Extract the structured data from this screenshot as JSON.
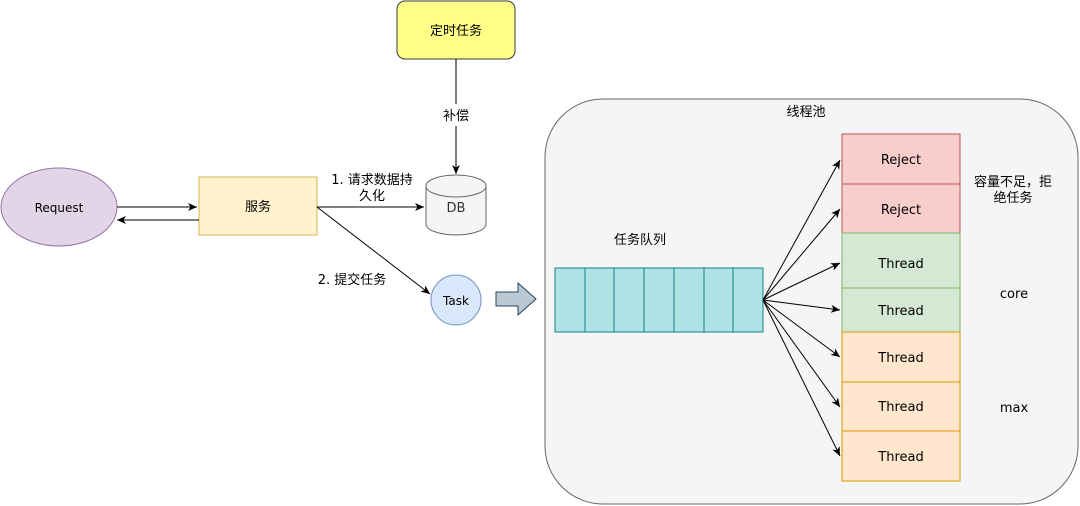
{
  "nodes": {
    "request": "Request",
    "service": "服务",
    "scheduled_task": "定时任务",
    "db": "DB",
    "task": "Task"
  },
  "edge_labels": {
    "compensate": "补偿",
    "persist_line1": "1. 请求数据持",
    "persist_line2": "久化",
    "submit": "2. 提交任务"
  },
  "pool": {
    "title": "线程池",
    "queue_label": "任务队列",
    "queue_slots": 7,
    "reject_cells": [
      "Reject",
      "Reject"
    ],
    "core_cells": [
      "Thread",
      "Thread"
    ],
    "max_cells": [
      "Thread",
      "Thread",
      "Thread"
    ],
    "reject_note_line1": "容量不足，拒",
    "reject_note_line2": "绝任务",
    "core_label": "core",
    "max_label": "max"
  },
  "colors": {
    "request_fill": "#e1d5e7",
    "request_stroke": "#9673a6",
    "service_fill": "#fff2cc",
    "service_stroke": "#d6b656",
    "scheduled_fill": "#ffff88",
    "scheduled_stroke": "#36393d",
    "task_fill": "#dae8fc",
    "task_stroke": "#6c8ebf",
    "queue_fill": "#b0e3e6",
    "queue_stroke": "#0e8088",
    "reject_fill": "#f8cecc",
    "reject_stroke": "#b85450",
    "core_fill": "#d5e8d4",
    "core_stroke": "#82b366",
    "max_fill": "#ffe6cc",
    "max_stroke": "#d79b00",
    "pool_fill": "#f5f5f5",
    "pool_stroke": "#666666",
    "big_arrow_fill": "#bac8d3",
    "big_arrow_stroke": "#23445d"
  }
}
